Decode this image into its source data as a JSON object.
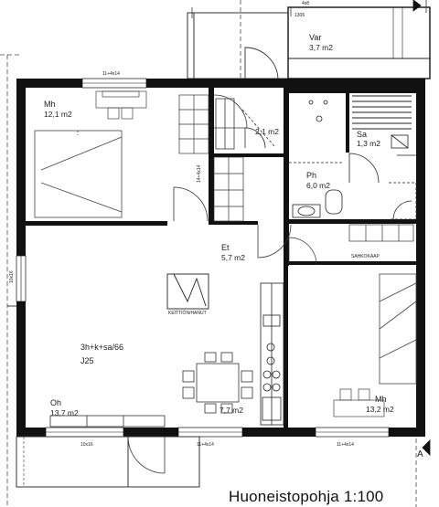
{
  "rooms": [
    {
      "id": "mh1",
      "name": "Mh",
      "area": "12,1 m2"
    },
    {
      "id": "var",
      "name": "Var",
      "area": "3,7 m2"
    },
    {
      "id": "closet",
      "name": "",
      "area": "2,1 m2"
    },
    {
      "id": "sa",
      "name": "Sa",
      "area": "1,3 m2"
    },
    {
      "id": "ph",
      "name": "Ph",
      "area": "6,0 m2"
    },
    {
      "id": "et",
      "name": "Et",
      "area": "5,7 m2"
    },
    {
      "id": "oh",
      "name": "Oh",
      "area": "13,7 m2"
    },
    {
      "id": "k",
      "name": "",
      "area": "7,7 m2"
    },
    {
      "id": "mh2",
      "name": "Mh",
      "area": "13,2 m2"
    }
  ],
  "apartment": {
    "type": "3h+k+sa/66",
    "number": "J25"
  },
  "annotations": {
    "window_top": "11+4x14",
    "window_bottom_1": "10x16",
    "window_bottom_2": "11+4x14",
    "window_bottom_3": "11+4x14",
    "window_left": "10x16",
    "top_edge": "1306",
    "top_right": "4x8",
    "kitchen_floor": "KEITTIÖN/HANUT",
    "kitchen_floor_right": "SAHKOKAAP",
    "side_note": "14+4x14",
    "marker": "A"
  },
  "title": "Huoneistopohja 1:100"
}
